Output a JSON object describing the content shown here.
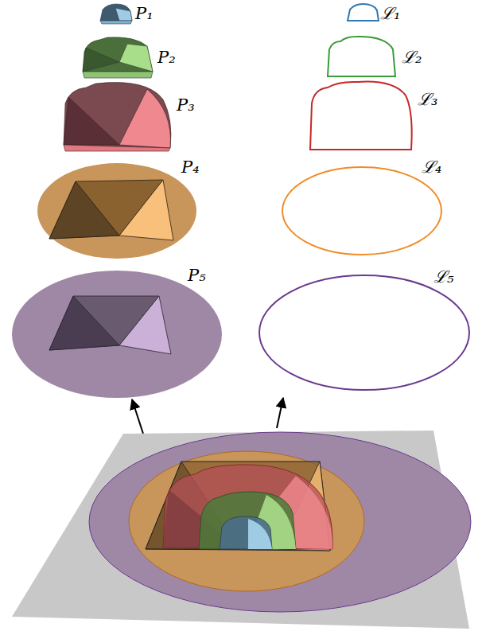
{
  "diagram": {
    "labels": [
      "P₁",
      "ℒ₁",
      "P₂",
      "ℒ₂",
      "P₃",
      "ℒ₃",
      "P₄",
      "ℒ₄",
      "P₅",
      "ℒ₅"
    ]
  }
}
